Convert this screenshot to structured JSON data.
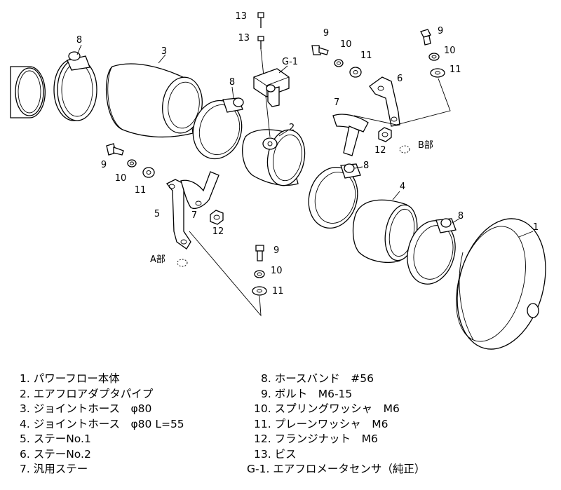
{
  "callouts": {
    "n1": "1",
    "n2": "2",
    "n3": "3",
    "n4": "4",
    "n5": "5",
    "n6": "6",
    "n7": "7",
    "n8": "8",
    "n9": "9",
    "n10": "10",
    "n11": "11",
    "n12": "12",
    "n13": "13",
    "g1": "G-1",
    "section_a": "A部",
    "section_b": "B部"
  },
  "legend_left": [
    "1. パワーフロー本体",
    "2. エアフロアダプタパイプ",
    "3. ジョイントホース　φ80",
    "4. ジョイントホース　φ80 L=55",
    "5. ステーNo.1",
    "6. ステーNo.2",
    "7. 汎用ステー"
  ],
  "legend_right": [
    "8. ホースバンド　#56",
    "9. ボルト　M6-15",
    "10. スプリングワッシャ　M6",
    "11. プレーンワッシャ　M6",
    "12. フランジナット　M6",
    "13. ビス",
    "G-1. エアフロメータセンサ（純正）"
  ]
}
